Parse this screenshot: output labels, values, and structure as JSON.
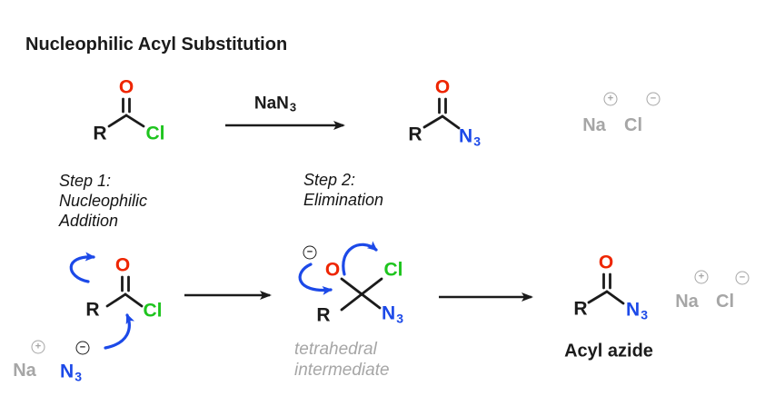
{
  "title": "Nucleophilic Acyl Substitution",
  "colors": {
    "red": "#ee2500",
    "green": "#1ec41e",
    "blue": "#1c49e8",
    "gray": "#a6a6a6",
    "black": "#1b1b1b"
  },
  "charges": {
    "plus": "+",
    "minus": "−"
  },
  "top": {
    "acid_chloride": {
      "R": "R",
      "O": "O",
      "Cl": "Cl"
    },
    "reagent": {
      "main": "NaN",
      "sub": "3"
    },
    "acyl_azide": {
      "R": "R",
      "O": "O",
      "N": "N",
      "sub": "3"
    },
    "salt": {
      "na": "Na",
      "cl": "Cl"
    }
  },
  "step1_label": {
    "l1": "Step 1:",
    "l2": "Nucleophilic",
    "l3": "Addition"
  },
  "step2_label": {
    "l1": "Step 2:",
    "l2": "Elimination"
  },
  "mech": {
    "reactant": {
      "R": "R",
      "O": "O",
      "Cl": "Cl"
    },
    "sodium": "Na",
    "azide": {
      "N": "N",
      "sub": "3"
    },
    "tetrahedral": {
      "O": "O",
      "Cl": "Cl",
      "R": "R",
      "N": "N",
      "sub": "3"
    },
    "tetrahedral_caption": {
      "l1": "tetrahedral",
      "l2": "intermediate"
    },
    "product": {
      "R": "R",
      "O": "O",
      "N": "N",
      "sub": "3"
    },
    "product_caption": "Acyl azide",
    "salt": {
      "na": "Na",
      "cl": "Cl"
    }
  }
}
